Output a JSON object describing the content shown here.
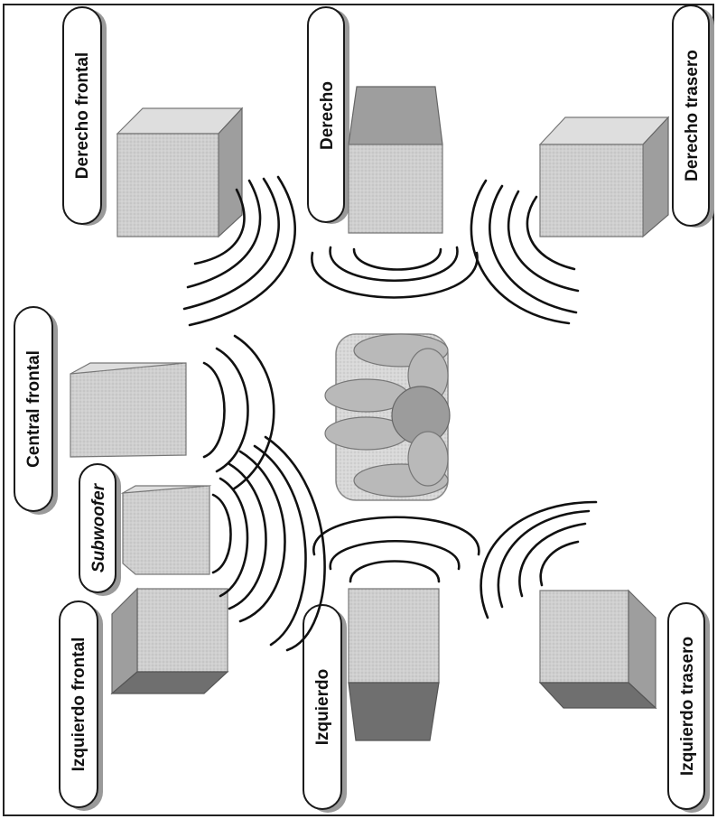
{
  "labels": {
    "derecho_frontal": "Derecho frontal",
    "derecho": "Derecho",
    "derecho_trasero": "Derecho trasero",
    "central_frontal": "Central frontal",
    "subwoofer": "Subwoofer",
    "izquierdo_frontal": "Izquierdo frontal",
    "izquierdo": "Izquierdo",
    "izquierdo_trasero": "Izquierdo trasero"
  }
}
